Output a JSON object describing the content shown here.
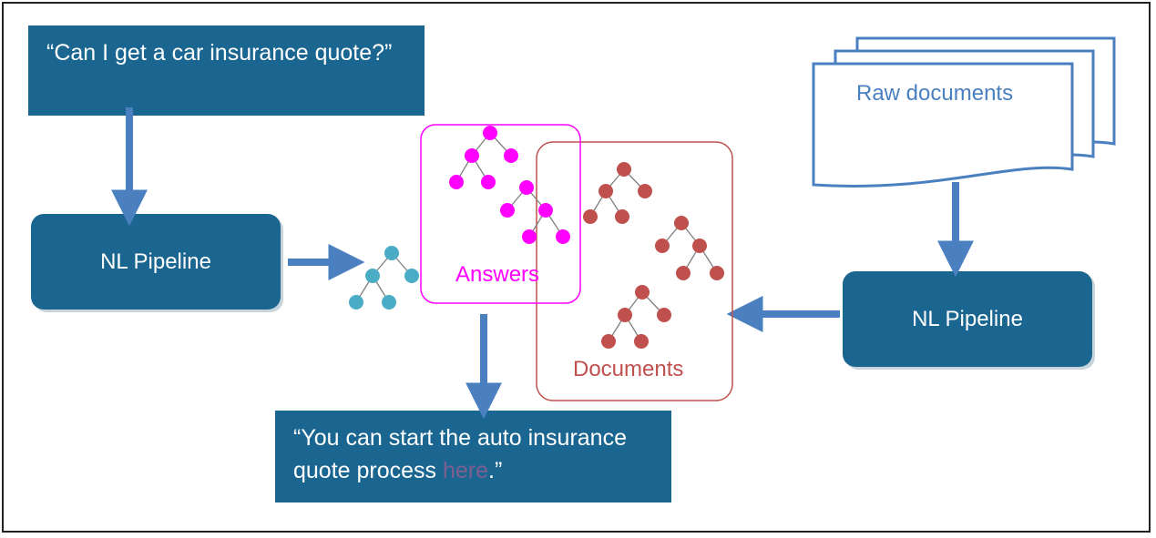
{
  "query": {
    "text": "“Can I get a car insurance quote?”"
  },
  "pipelines": {
    "left_label": "NL Pipeline",
    "right_label": "NL Pipeline"
  },
  "raw_docs": {
    "label": "Raw documents"
  },
  "answers": {
    "label": "Answers"
  },
  "documents": {
    "label": "Documents"
  },
  "response": {
    "text_before": "“You can start the auto insurance quote process ",
    "link_text": "here",
    "text_after": ".”"
  },
  "colors": {
    "box_blue": "#1b6690",
    "arrow_blue": "#4a7fc0",
    "answers_magenta": "#ff00ff",
    "documents_red": "#c0504d",
    "query_tree_teal": "#4bacc6",
    "link_purple": "#7f5f90"
  }
}
